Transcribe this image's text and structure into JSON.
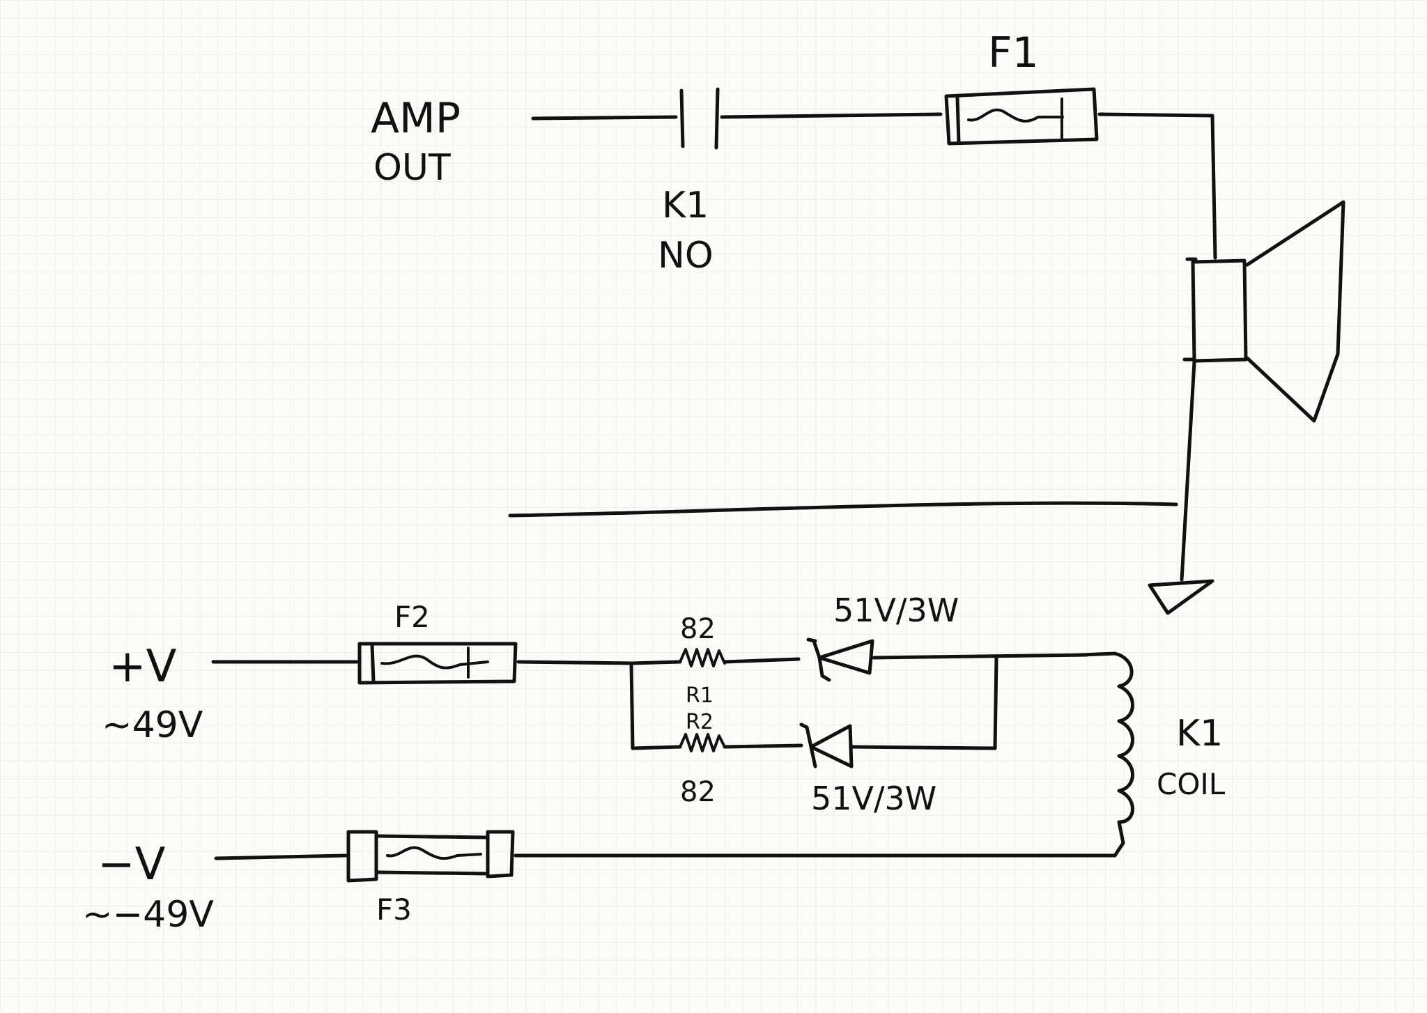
{
  "labels": {
    "amp_out_line1": "AMP",
    "amp_out_line2": "OUT",
    "k1_contact_name": "K1",
    "k1_contact_type": "NO",
    "f1": "F1",
    "f2": "F2",
    "f3": "F3",
    "pos_supply": "+V",
    "pos_supply_value": "~49V",
    "neg_supply": "−V",
    "neg_supply_value": "~−49V",
    "r1_value": "82",
    "r1_name": "R1",
    "r2_name": "R2",
    "r2_value": "82",
    "zener_top": "51V/3W",
    "zener_bottom": "51V/3W",
    "k1_coil_name": "K1",
    "k1_coil_word": "COIL"
  },
  "colors": {
    "ink": "#111111",
    "paper": "#fbfcf8",
    "grid": "#b4cfc5"
  }
}
